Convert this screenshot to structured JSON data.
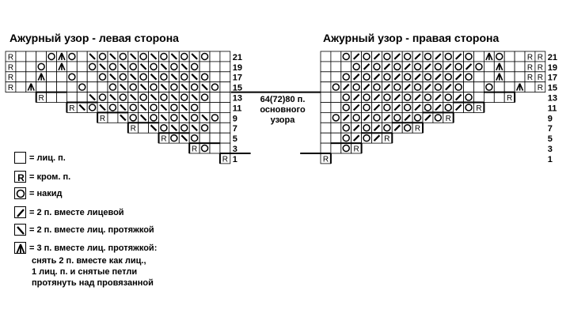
{
  "titles": {
    "left": "Ажурный узор - левая сторона",
    "right": "Ажурный узор - правая сторона"
  },
  "rows": [
    "21",
    "19",
    "17",
    "15",
    "13",
    "11",
    "9",
    "7",
    "5",
    "3",
    "1"
  ],
  "center_note": [
    "64(72)80 п.",
    "основного",
    "узора"
  ],
  "legend": [
    {
      "symbol": "empty",
      "label": "= лиц. п."
    },
    {
      "symbol": "R",
      "label": "= кром. п."
    },
    {
      "symbol": "circle",
      "label": "= накид"
    },
    {
      "symbol": "slash",
      "label": "= 2 п. вместе лицевой"
    },
    {
      "symbol": "backslash",
      "label": "= 2 п. вместе лиц. протяжкой"
    },
    {
      "symbol": "triple",
      "label": "= 3 п. вместе лиц. протяжкой:"
    }
  ],
  "legend_extra": [
    "снять 2 п. вместе как лиц.,",
    "1 лиц. п. и снятые петли",
    "протянуть над провязанной"
  ],
  "edge_mark": "R"
}
